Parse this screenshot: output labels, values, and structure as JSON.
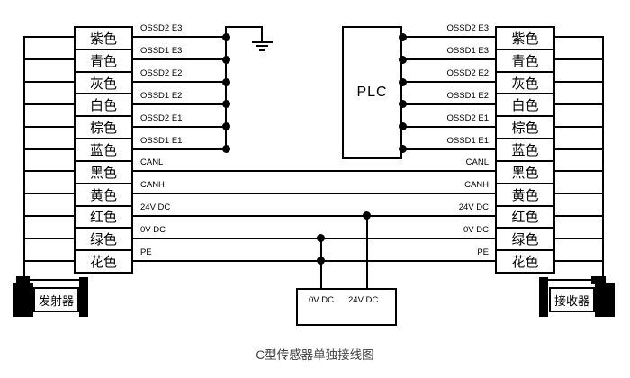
{
  "title": "C型传感器单独接线图",
  "wire_labels": [
    "OSSD2 E3",
    "OSSD1 E3",
    "OSSD2 E2",
    "OSSD1 E2",
    "OSSD2 E1",
    "OSSD1 E1",
    "CANL",
    "CANH",
    "24V DC",
    "0V DC",
    "PE"
  ],
  "left_block": {
    "colors": [
      "紫色",
      "青色",
      "灰色",
      "白色",
      "棕色",
      "蓝色",
      "黑色",
      "黄色",
      "红色",
      "绿色",
      "花色"
    ]
  },
  "right_block": {
    "colors": [
      "紫色",
      "青色",
      "灰色",
      "白色",
      "棕色",
      "蓝色",
      "黑色",
      "黄色",
      "红色",
      "绿色",
      "花色"
    ]
  },
  "plc": {
    "label": "PLC"
  },
  "power_supply": {
    "terminal_0v": "0V DC",
    "terminal_24v": "24V DC"
  },
  "devices": {
    "transmitter": "发射器",
    "receiver": "接收器"
  },
  "colors": {
    "line": "#000000",
    "text": "#000000",
    "title": "#3d3d3d",
    "background": "#ffffff"
  }
}
